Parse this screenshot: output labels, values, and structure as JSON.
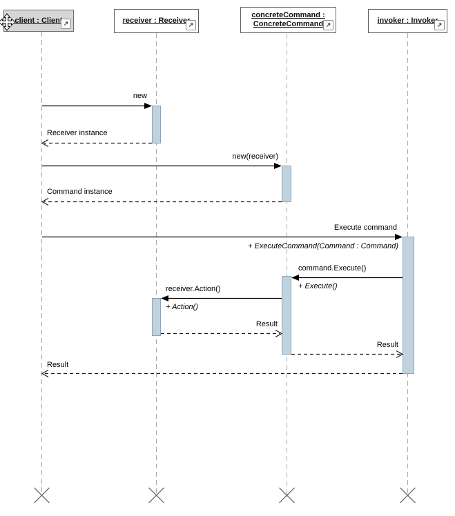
{
  "colors": {
    "activation_fill": "#c1d2df",
    "activation_border": "#8aa5ba",
    "selected_header_fill": "#d6d6d6",
    "header_border": "#5f5f5f",
    "lifeline_dash": "#a9a9a9",
    "message_line": "#000000",
    "destroy_x": "#6f6f6f"
  },
  "icons": {
    "open_link_glyph": "↗",
    "move_cursor": "move-cursor"
  },
  "lifelines": [
    {
      "label": "client : Client",
      "selected": true
    },
    {
      "label": "receiver : Receiver",
      "selected": false
    },
    {
      "label": "concreteCommand : ConcreteCommand",
      "selected": false
    },
    {
      "label": "invoker : Invoker",
      "selected": false
    }
  ],
  "messages": [
    {
      "label": "new",
      "kind": "call",
      "from": "client : Client",
      "to": "receiver : Receiver"
    },
    {
      "label": "Receiver instance",
      "kind": "return",
      "from": "receiver : Receiver",
      "to": "client : Client"
    },
    {
      "label": "new(receiver)",
      "kind": "call",
      "from": "client : Client",
      "to": "concreteCommand : ConcreteCommand"
    },
    {
      "label": "Command instance",
      "kind": "return",
      "from": "concreteCommand : ConcreteCommand",
      "to": "client : Client"
    },
    {
      "label": "Execute command",
      "operation": "+ ExecuteCommand(Command : Command)",
      "kind": "call",
      "from": "client : Client",
      "to": "invoker : Invoker"
    },
    {
      "label": "command.Execute()",
      "operation": "+ Execute()",
      "kind": "call",
      "from": "invoker : Invoker",
      "to": "concreteCommand : ConcreteCommand"
    },
    {
      "label": "receiver.Action()",
      "operation": "+ Action()",
      "kind": "call",
      "from": "concreteCommand : ConcreteCommand",
      "to": "receiver : Receiver"
    },
    {
      "label": "Result",
      "kind": "return",
      "from": "receiver : Receiver",
      "to": "concreteCommand : ConcreteCommand"
    },
    {
      "label": "Result",
      "kind": "return",
      "from": "concreteCommand : ConcreteCommand",
      "to": "invoker : Invoker"
    },
    {
      "label": "Result",
      "kind": "return",
      "from": "invoker : Invoker",
      "to": "client : Client"
    }
  ]
}
